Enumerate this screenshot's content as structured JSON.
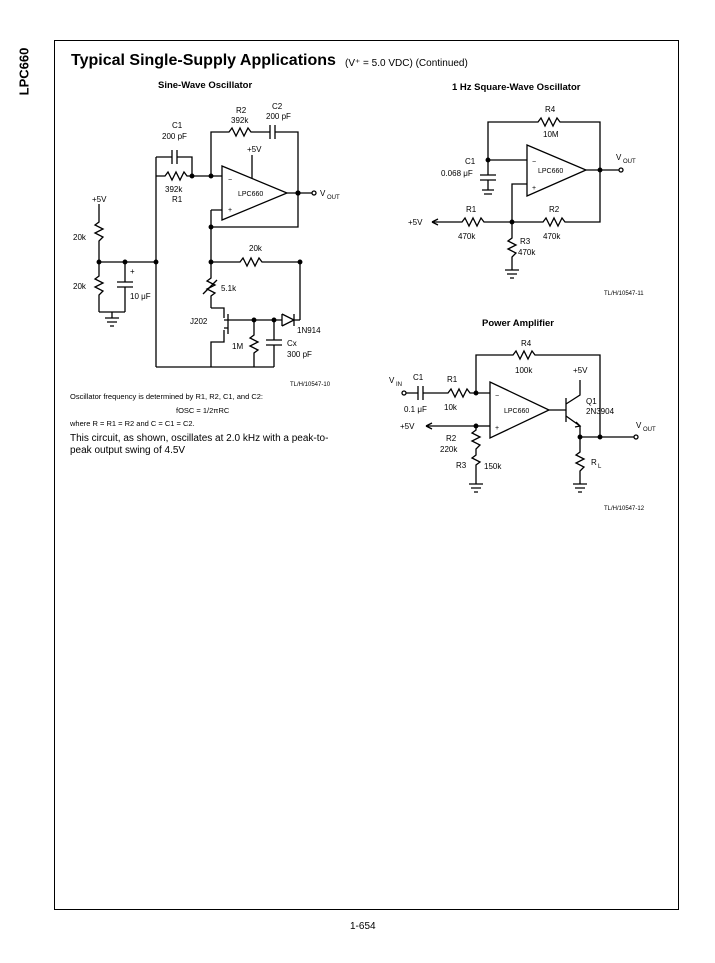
{
  "side_label": "LPC660",
  "page_title": "Typical Single-Supply Applications",
  "page_title_paren": "(V⁺ = 5.0 VDC) (Continued)",
  "sections": {
    "sine": "Sine-Wave Oscillator",
    "square": "1 Hz Square-Wave Oscillator",
    "power": "Power Amplifier"
  },
  "sine_circuit": {
    "c1": "C1",
    "c1_val": "200 pF",
    "r2": "R2",
    "r2_val": "392k",
    "c2": "C2",
    "c2_val": "200 pF",
    "plus5v": "+5V",
    "r1_val": "392k",
    "r1": "R1",
    "opamp": "LPC660",
    "vout": "V",
    "vout_sub": "OUT",
    "bias_top": "20k",
    "bias_bot": "20k",
    "cap": "10 μF",
    "plus": "+",
    "fb_res": "20k",
    "pot": "5.1k",
    "fet": "J202",
    "diode": "1N914",
    "gate_res": "1M",
    "cx": "Cx",
    "cx_val": "300 pF",
    "ref": "TL/H/10547-10",
    "supply_left": "+5V"
  },
  "square_circuit": {
    "r4": "R4",
    "r4_val": "10M",
    "c1": "C1",
    "c1_val": "0.068 μF",
    "opamp": "LPC660",
    "vout": "V",
    "vout_sub": "OUT",
    "supply": "+5V",
    "r1": "R1",
    "r1_val": "470k",
    "r2": "R2",
    "r2_val": "470k",
    "r3": "R3",
    "r3_val": "470k",
    "ref": "TL/H/10547-11"
  },
  "power_circuit": {
    "r4": "R4",
    "r4_val": "100k",
    "vin": "V",
    "vin_sub": "IN",
    "c1": "C1",
    "c1_val": "0.1 μF",
    "r1": "R1",
    "r1_val": "10k",
    "opamp": "LPC660",
    "q1": "Q1",
    "q1_val": "2N3904",
    "plus5v": "+5V",
    "supply": "+5V",
    "r2": "R2",
    "r2_val": "220k",
    "r3": "R3",
    "r3_val": "150k",
    "rl": "R",
    "rl_sub": "L",
    "vout": "V",
    "vout_sub": "OUT",
    "ref": "TL/H/10547-12"
  },
  "notes": {
    "line1": "Oscillator frequency is determined by R1, R2, C1, and C2:",
    "line2": "fOSC = 1/2πRC",
    "line3": "where R = R1 = R2 and C = C1 = C2."
  },
  "body_text": "This circuit, as shown, oscillates at 2.0 kHz with a peak-to-peak output swing of 4.5V",
  "page_number": "1-654"
}
